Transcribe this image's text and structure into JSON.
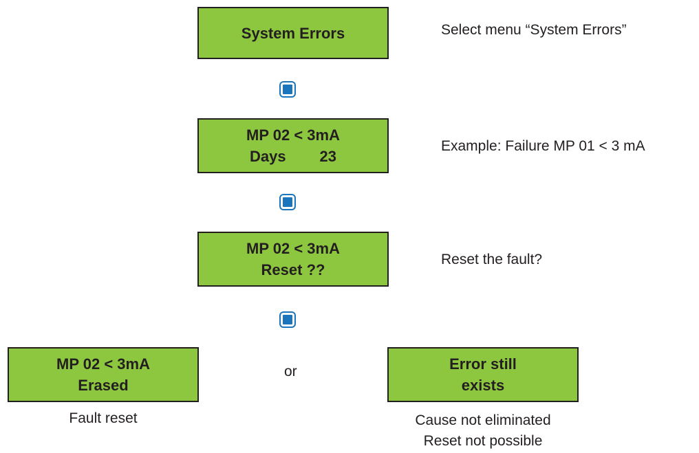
{
  "steps": [
    {
      "lines": [
        "System Errors"
      ],
      "note": "Select menu “System Errors”"
    },
    {
      "lines": [
        "MP 02 < 3mA",
        "Days        23"
      ],
      "note": "Example: Failure MP 01 < 3 mA"
    },
    {
      "lines": [
        "MP 02 < 3mA",
        "Reset ??"
      ],
      "note": "Reset the fault?"
    }
  ],
  "outcomes": {
    "left": {
      "lines": [
        "MP 02 < 3mA",
        "Erased"
      ],
      "caption": [
        "Fault reset"
      ]
    },
    "separator": "or",
    "right": {
      "lines": [
        "Error still",
        "exists"
      ],
      "caption": [
        "Cause not eliminated",
        "Reset not possible"
      ]
    }
  },
  "button_icon": "enter-button-icon",
  "colors": {
    "display": "#8dc63f",
    "button": "#1b75bc",
    "text": "#231f20"
  }
}
